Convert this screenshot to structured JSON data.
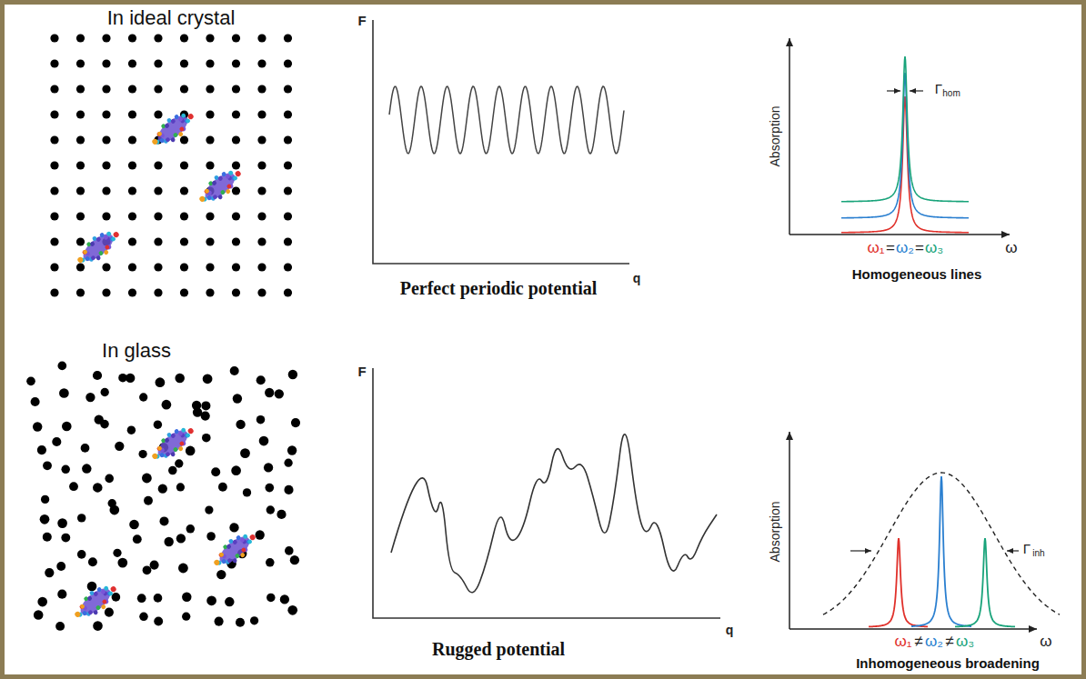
{
  "diagram": {
    "labels": [
      "In ideal crystal",
      "F",
      "q",
      "Perfect periodic potential",
      "Absorption",
      "Γ",
      "hom",
      "ω₁",
      "=",
      "ω₂",
      "=",
      "ω₃",
      "ω",
      "Homogeneous lines",
      "In glass",
      "F",
      "q",
      "Rugged potential",
      "Absorption",
      "Γ",
      "inh",
      "ω₁",
      "≠",
      "ω₂",
      "≠",
      "ω₃",
      "ω",
      "Inhomogeneous broadening"
    ]
  }
}
